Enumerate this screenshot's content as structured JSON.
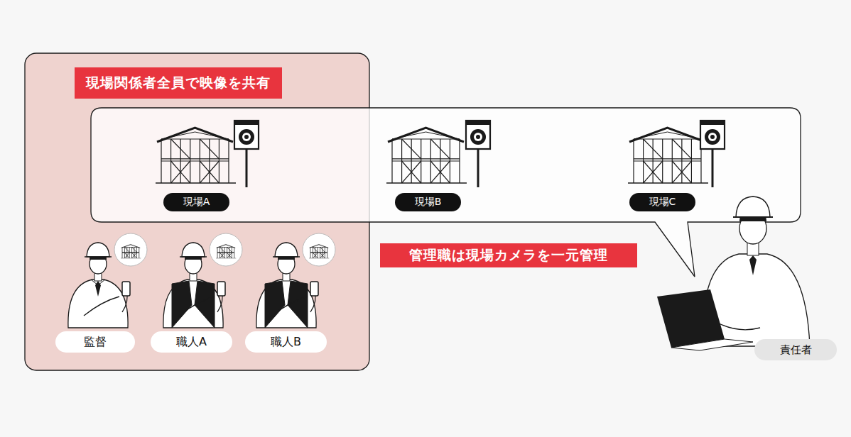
{
  "diagram": {
    "nodes": [
      {
        "text": [
          "現場関係者全員で映像を共有"
        ]
      },
      {
        "text": [
          "現場A"
        ]
      },
      {
        "text": [
          "現場B"
        ]
      },
      {
        "text": [
          "現場C"
        ]
      },
      {
        "text": [
          "管理職は現場カメラを一元管理"
        ]
      },
      {
        "text": [
          "監督"
        ],
        "in": 0
      },
      {
        "text": [
          "職人A"
        ],
        "in": 0
      },
      {
        "text": [
          "職人B"
        ],
        "in": 0
      },
      {
        "text": [
          "責任者"
        ]
      }
    ]
  }
}
